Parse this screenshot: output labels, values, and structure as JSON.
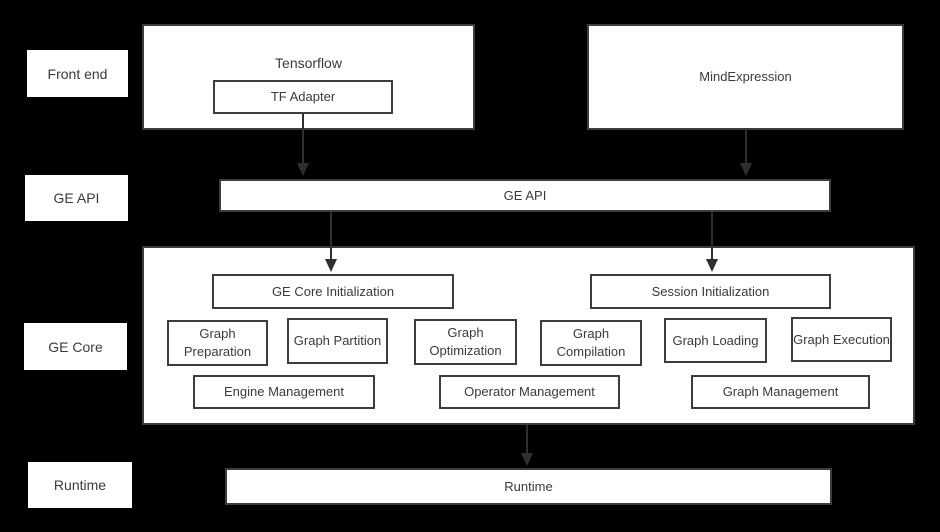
{
  "colors": {
    "background": "#000000",
    "box_fill": "#ffffff",
    "box_border": "#3d3d3d",
    "text": "#3b3b3b",
    "arrow": "#2f2f2f"
  },
  "side_labels": {
    "front_end": "Front end",
    "ge_api": "GE API",
    "ge_core": "GE Core",
    "runtime": "Runtime"
  },
  "front_end": {
    "tensorflow": "Tensorflow",
    "tf_adapter": "TF Adapter",
    "mind_expression": "MindExpression"
  },
  "ge_api": {
    "label": "GE API"
  },
  "ge_core": {
    "ge_core_initialization": "GE Core Initialization",
    "session_initialization": "Session Initialization",
    "function_boxes": [
      "Graph Preparation",
      "Graph Partition",
      "Graph Optimization",
      "Graph Compilation",
      "Graph Loading",
      "Graph Execution"
    ],
    "management_boxes": [
      "Engine Management",
      "Operator Management",
      "Graph Management"
    ]
  },
  "runtime": {
    "label": "Runtime"
  }
}
